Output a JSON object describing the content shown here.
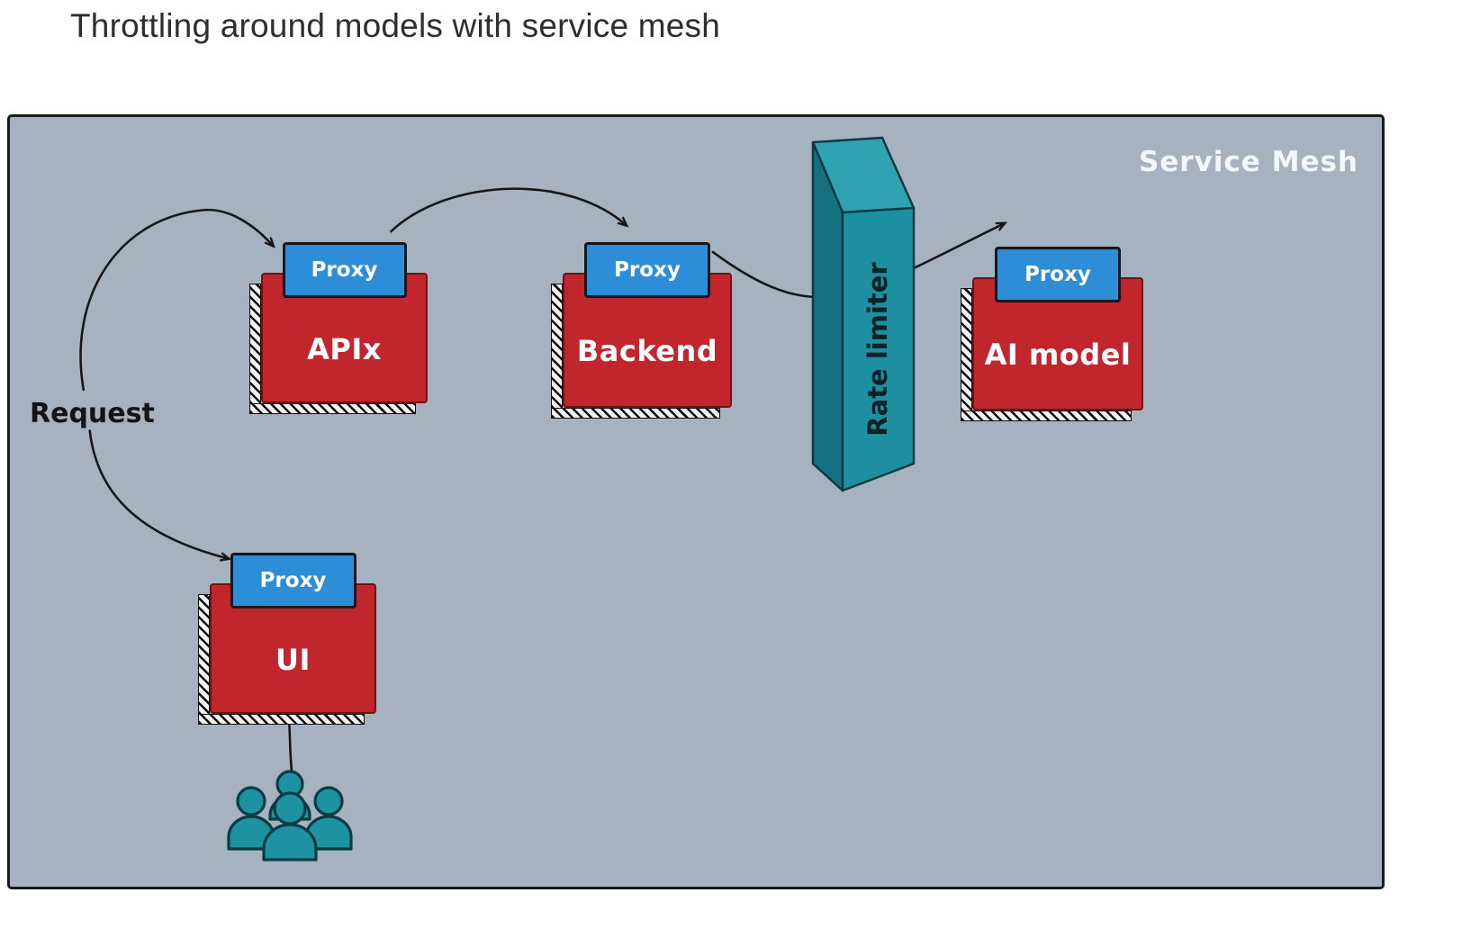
{
  "page": {
    "title": "Throttling around models with service mesh"
  },
  "mesh": {
    "label": "Service Mesh"
  },
  "request": {
    "label": "Request"
  },
  "rate_limiter": {
    "label": "Rate limiter"
  },
  "nodes": {
    "apix": {
      "proxy_label": "Proxy",
      "label": "APIx"
    },
    "backend": {
      "proxy_label": "Proxy",
      "label": "Backend"
    },
    "ai_model": {
      "proxy_label": "Proxy",
      "label": "AI model"
    },
    "ui": {
      "proxy_label": "Proxy",
      "label": "UI"
    }
  },
  "colors": {
    "mesh_background": "#a6b2c0",
    "node_red": "#c0262c",
    "proxy_blue": "#2d8ed7",
    "rate_limiter_teal": "#1e8fa0",
    "users_teal": "#1d93a2",
    "arrow_black": "#161616"
  }
}
